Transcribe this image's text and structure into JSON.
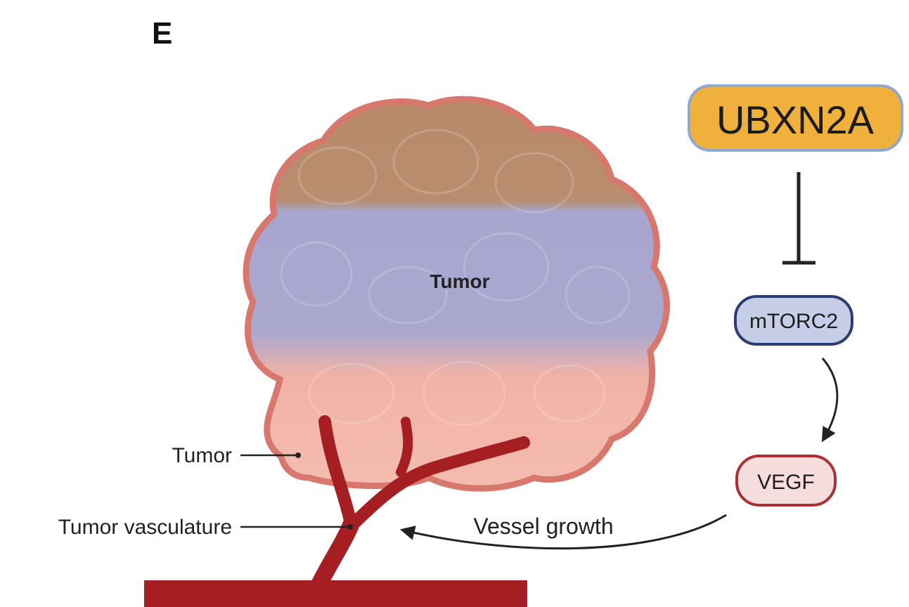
{
  "panel_label": "E",
  "tumor_center_label": "Tumor",
  "callouts": {
    "tumor": "Tumor",
    "vasculature": "Tumor vasculature"
  },
  "pathway": {
    "upstream": "UBXN2A",
    "middle": "mTORC2",
    "downstream": "VEGF",
    "effect_label": "Vessel growth"
  },
  "colors": {
    "tumor_top": "#b88a6a",
    "tumor_mid": "#a8a6cf",
    "tumor_bottom": "#f1b2a6",
    "tumor_outline": "#d7776d",
    "vessel": "#a51f22",
    "ubxn2a_fill": "#f0b03c",
    "ubxn2a_stroke": "#8fa8cf",
    "mtorc2_fill": "#c6cde6",
    "mtorc2_stroke": "#2d3c72",
    "vegf_fill": "#f7dede",
    "vegf_stroke": "#ad2f33",
    "text": "#222222"
  }
}
